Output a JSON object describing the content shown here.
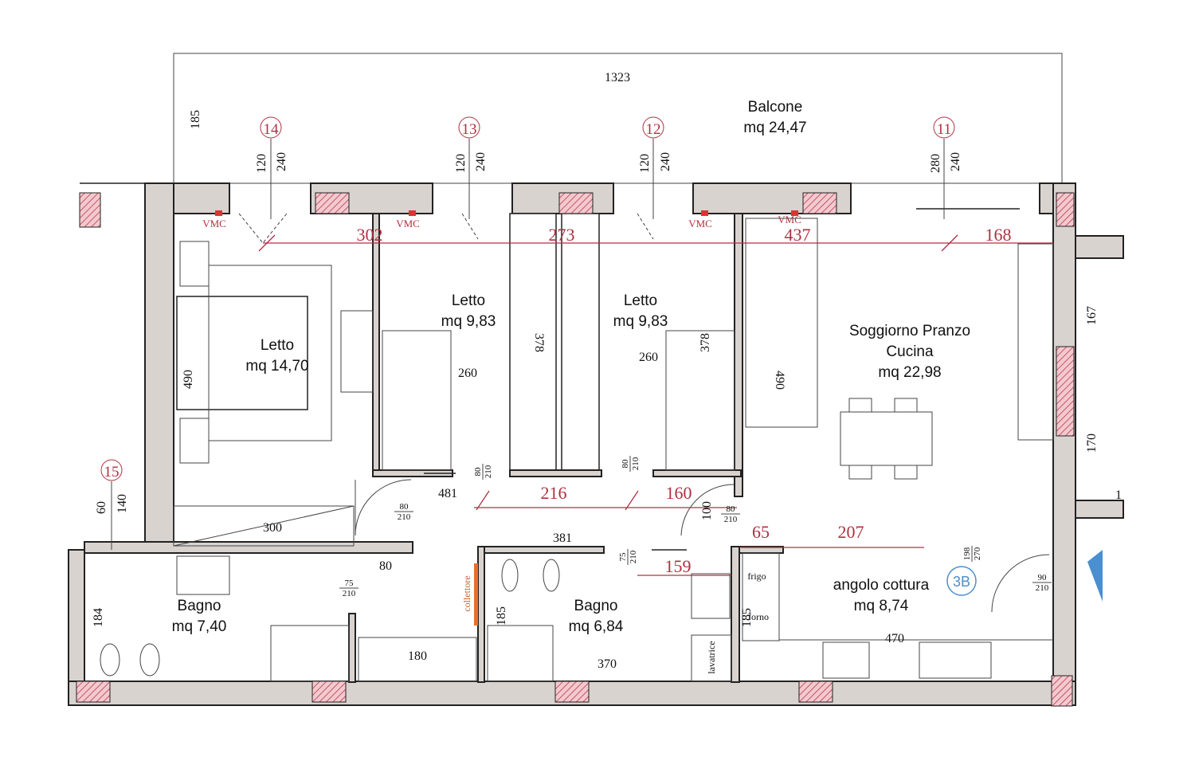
{
  "rooms": [
    {
      "name": "Balcone",
      "area": "mq 24,47"
    },
    {
      "name": "Letto",
      "area": "mq 14,70"
    },
    {
      "name": "Letto",
      "area": "mq 9,83"
    },
    {
      "name": "Letto",
      "area": "mq 9,83"
    },
    {
      "name": "Soggiorno Pranzo",
      "name2": "Cucina",
      "area": "mq 22,98"
    },
    {
      "name": "Bagno",
      "area": "mq 7,40"
    },
    {
      "name": "Bagno",
      "area": "mq 6,84"
    },
    {
      "name": "angolo cottura",
      "area": "mq 8,74"
    }
  ],
  "markers": [
    "14",
    "13",
    "12",
    "11",
    "15"
  ],
  "unit_label": "3B",
  "colors": {
    "accent_red": "#b03040",
    "unit_blue": "#4a8fd0",
    "wall": "#d9d3d0"
  },
  "window_dims": [
    {
      "w": "120",
      "h": "240"
    },
    {
      "w": "120",
      "h": "240"
    },
    {
      "w": "120",
      "h": "240"
    },
    {
      "w": "280",
      "h": "240"
    },
    {
      "w": "60",
      "h": "140"
    }
  ],
  "dims": {
    "balcony_width": "1323",
    "balcony_depth": "185",
    "d260a": "260",
    "d378a": "378",
    "d378b": "378",
    "d260b": "260",
    "d490a": "490",
    "d490b": "490",
    "d481": "481",
    "d300": "300",
    "d80": "80",
    "d381": "381",
    "d184": "184",
    "d185a": "185",
    "d185b": "185",
    "d180": "180",
    "d370": "370",
    "d470": "470",
    "d167": "167",
    "d170": "170",
    "d1": "1",
    "d100": "100"
  },
  "doors": [
    {
      "w": "80",
      "h": "210"
    },
    {
      "w": "80",
      "h": "210"
    },
    {
      "w": "80",
      "h": "210"
    },
    {
      "w": "80",
      "h": "210"
    },
    {
      "w": "75",
      "h": "210"
    },
    {
      "w": "75",
      "h": "210"
    },
    {
      "w": "198",
      "h": "270"
    },
    {
      "w": "90",
      "h": "210"
    }
  ],
  "red_dims": [
    "302",
    "273",
    "437",
    "168",
    "216",
    "160",
    "65",
    "207",
    "159"
  ],
  "labels": {
    "vmc": "VMC",
    "collettore": "collettore",
    "frigo": "frigo",
    "forno": "forno",
    "lavatrice": "lavatrice"
  }
}
